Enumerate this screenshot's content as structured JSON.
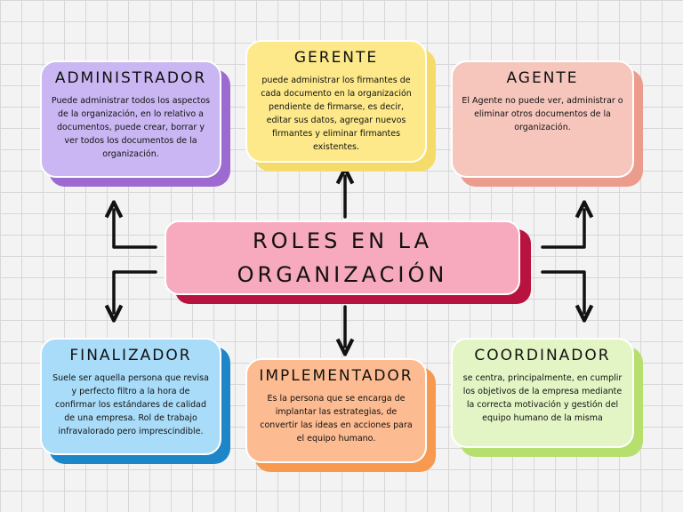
{
  "center": {
    "title": "ROLES EN LA ORGANIZACIÓN"
  },
  "roles": {
    "administrador": {
      "title": "ADMINISTRADOR",
      "text": "Puede administrar todos los aspectos de la organización, en lo relativo a documentos, puede crear, borrar y ver todos los documentos de la organización.",
      "color": "#c9b6f2",
      "shadow": "#9c6ad0"
    },
    "gerente": {
      "title": "GERENTE",
      "text": "puede administrar los firmantes de cada documento en la organización pendiente de firmarse, es decir, editar sus datos, agregar nuevos firmantes y eliminar firmantes existentes.",
      "color": "#fde98a",
      "shadow": "#f5dc6a"
    },
    "agente": {
      "title": "AGENTE",
      "text": "El Agente no puede ver, administrar o eliminar otros documentos de la organización.",
      "color": "#f6c6bd",
      "shadow": "#eb9c8c"
    },
    "finalizador": {
      "title": "FINALIZADOR",
      "text": "Suele ser aquella persona que revisa y perfecto filtro a la hora de confirmar los estándares de calidad de una empresa. Rol de trabajo infravalorado pero imprescindible.",
      "color": "#a9dcf8",
      "shadow": "#1d86c8"
    },
    "implementador": {
      "title": "IMPLEMENTADOR",
      "text": "Es la persona que se encarga de implantar las estrategias, de convertir las ideas en acciones para el equipo humano.",
      "color": "#fdbb91",
      "shadow": "#f79a50"
    },
    "coordinador": {
      "title": "COORDINADOR",
      "text": "se centra, principalmente, en cumplir los objetivos de la empresa mediante la correcta motivación y gestión del equipo humano de la misma",
      "color": "#e3f5c4",
      "shadow": "#b6df6e"
    }
  }
}
